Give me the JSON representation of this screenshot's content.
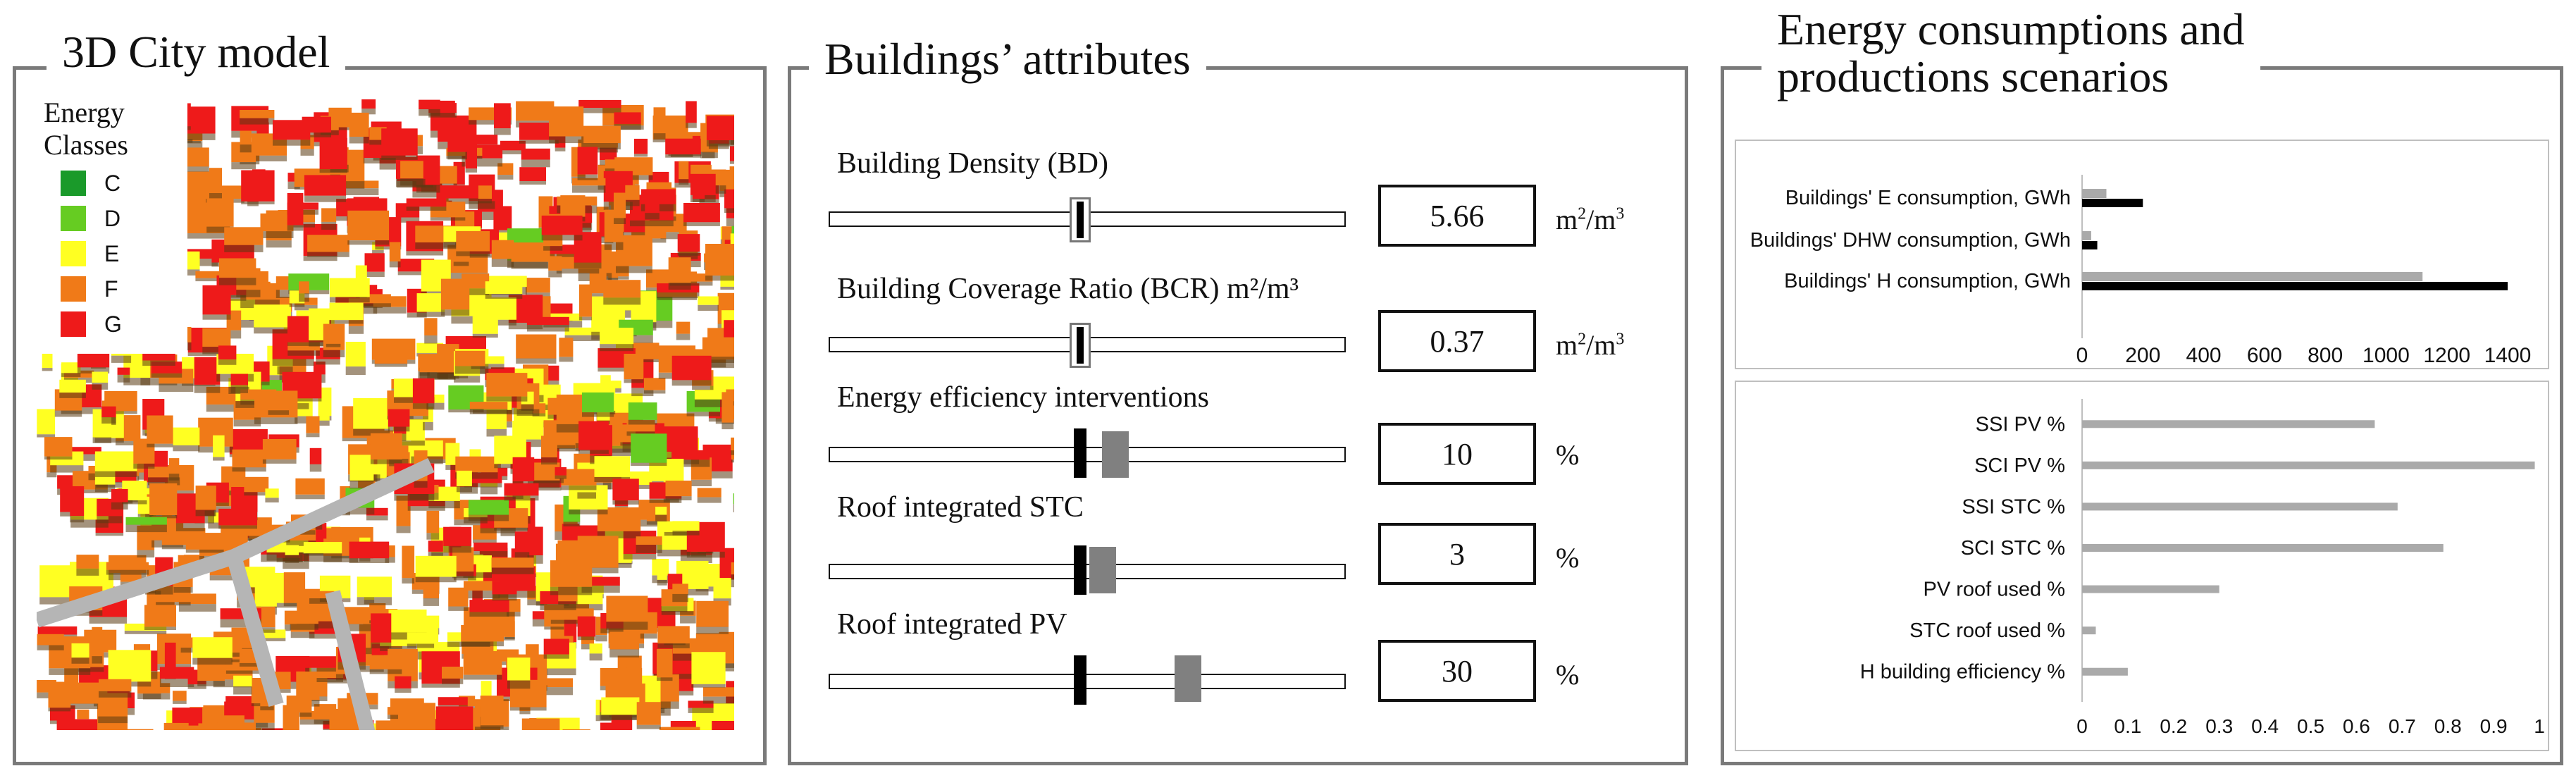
{
  "panels": {
    "city": {
      "title": "3D City model",
      "legend": {
        "title_line1": "Energy",
        "title_line2": "Classes",
        "items": [
          {
            "label": "C",
            "color": "#1a9a2a"
          },
          {
            "label": "D",
            "color": "#66cc22"
          },
          {
            "label": "E",
            "color": "#ffff22"
          },
          {
            "label": "F",
            "color": "#f07a18"
          },
          {
            "label": "G",
            "color": "#ee1a1a"
          }
        ]
      }
    },
    "attributes": {
      "title": "Buildings’ attributes",
      "items": [
        {
          "label": "Building Density (BD)",
          "value": "5.66",
          "unit_base": "m",
          "unit_sup1": "2",
          "unit_mid": "/m",
          "unit_sup2": "3",
          "thumb_style": "outline",
          "thumb_fraction": 0.487
        },
        {
          "label": "Building Coverage Ratio (BCR) m²/m³",
          "value": "0.37",
          "unit_base": "m",
          "unit_sup1": "2",
          "unit_mid": "/m",
          "unit_sup2": "3",
          "thumb_style": "outline",
          "thumb_fraction": 0.487
        },
        {
          "label": "Energy efficiency interventions",
          "value": "10",
          "unit_base": "%",
          "thumb_style": "gray",
          "thumb_fraction": 0.555
        },
        {
          "label": "Roof integrated STC",
          "value": "3",
          "unit_base": "%",
          "thumb_style": "gray",
          "thumb_fraction": 0.53
        },
        {
          "label": "Roof integrated PV",
          "value": "30",
          "unit_base": "%",
          "thumb_style": "gray",
          "thumb_fraction": 0.695
        }
      ]
    },
    "scenarios": {
      "title_line1": "Energy consumptions and",
      "title_line2": "productions scenarios"
    }
  },
  "chart_data": [
    {
      "type": "bar",
      "orientation": "horizontal",
      "categories": [
        "Buildings' E consumption, GWh",
        "Buildings' DHW consumption, GWh",
        "Buildings' H consumption, GWh"
      ],
      "series": [
        {
          "values": [
            80,
            30,
            1120
          ],
          "color": "#aaaaaa"
        },
        {
          "values": [
            200,
            50,
            1400
          ],
          "color": "#000000"
        }
      ],
      "xlim": [
        0,
        1400
      ],
      "xticks": [
        "0",
        "200",
        "400",
        "600",
        "800",
        "1000",
        "1200",
        "1400"
      ]
    },
    {
      "type": "bar",
      "orientation": "horizontal",
      "categories": [
        "SSI PV %",
        "SCI PV %",
        "SSI STC %",
        "SCI STC %",
        "PV roof used %",
        "STC roof used %",
        "H building efficiency  %"
      ],
      "values": [
        0.64,
        0.99,
        0.69,
        0.79,
        0.3,
        0.03,
        0.1
      ],
      "color": "#aaaaaa",
      "xlim": [
        0,
        1
      ],
      "xticks": [
        "0",
        "0.1",
        "0.2",
        "0.3",
        "0.4",
        "0.5",
        "0.6",
        "0.7",
        "0.8",
        "0.9",
        "1"
      ]
    }
  ]
}
